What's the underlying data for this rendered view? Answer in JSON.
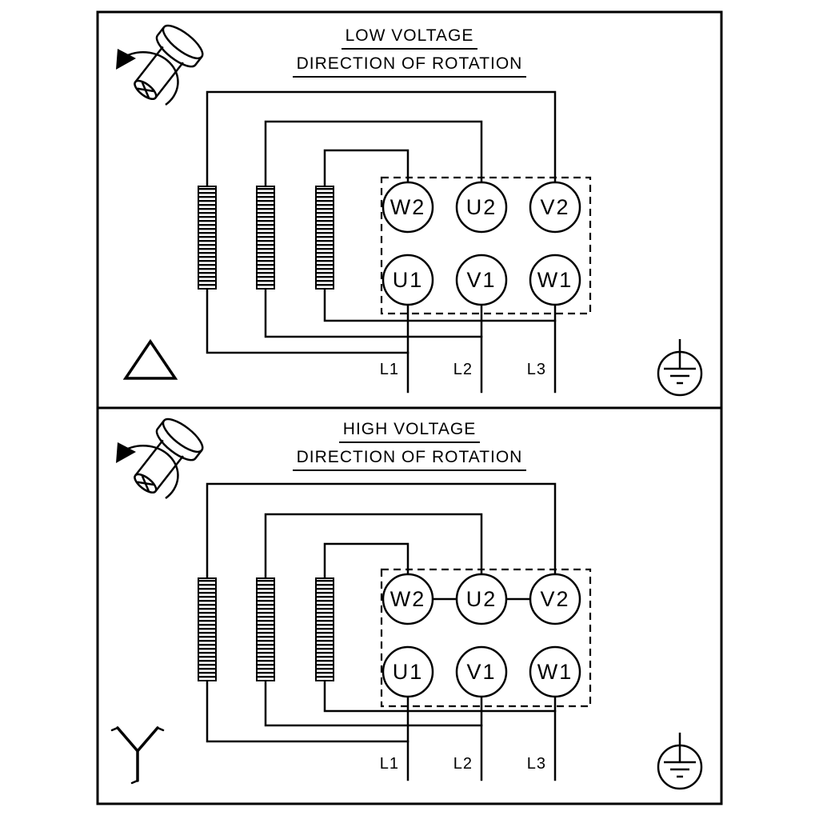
{
  "diagram": {
    "type": "three-phase-motor-terminal-wiring",
    "colors": {
      "line": "#000000",
      "background": "#ffffff"
    },
    "panels": [
      {
        "title": "LOW VOLTAGE",
        "subtitle": "DIRECTION OF ROTATION",
        "connection": "delta",
        "connection_symbol": "Δ",
        "terminals_top": [
          "W2",
          "U2",
          "V2"
        ],
        "terminals_bottom": [
          "U1",
          "V1",
          "W1"
        ],
        "supply_lines": [
          "L1",
          "L2",
          "L3"
        ]
      },
      {
        "title": "HIGH VOLTAGE",
        "subtitle": "DIRECTION OF ROTATION",
        "connection": "star",
        "connection_symbol": "Y",
        "terminals_top": [
          "W2",
          "U2",
          "V2"
        ],
        "terminals_bottom": [
          "U1",
          "V1",
          "W1"
        ],
        "supply_lines": [
          "L1",
          "L2",
          "L3"
        ]
      }
    ]
  }
}
